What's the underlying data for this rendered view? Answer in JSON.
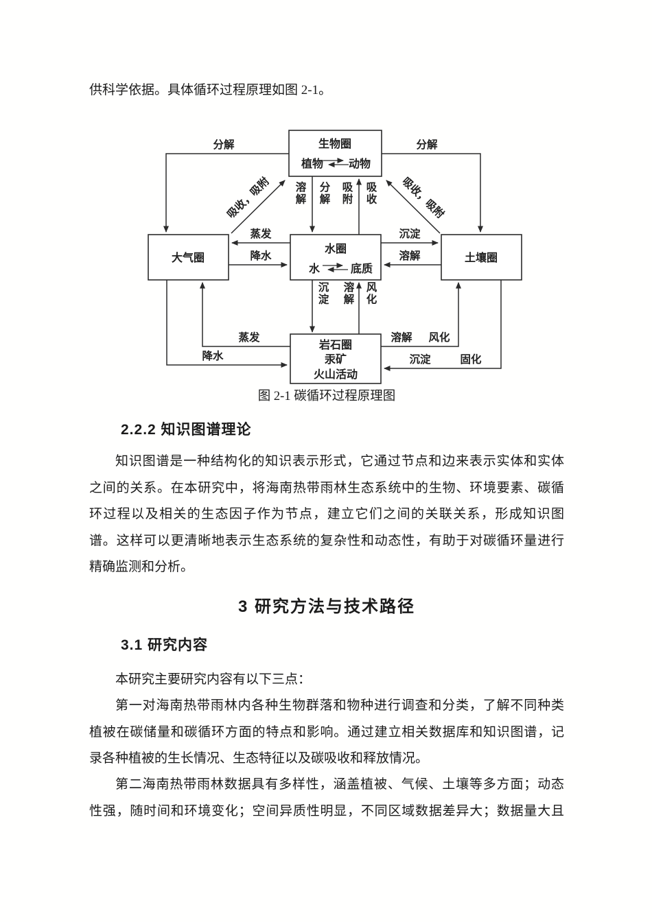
{
  "intro_text": "供科学依据。具体循环过程原理如图 2-1。",
  "figure": {
    "caption": "图 2-1 碳循环过程原理图",
    "boxes": {
      "biosphere": {
        "title": "生物圈",
        "left": "植物",
        "right": "动物"
      },
      "atmosphere": {
        "title": "大气圈"
      },
      "hydrosphere": {
        "title": "水圈",
        "left": "水",
        "right": "底质"
      },
      "pedosphere": {
        "title": "土壤圈"
      },
      "lithosphere": {
        "title": "岩石圈",
        "line2": "汞矿",
        "line3": "火山活动"
      }
    },
    "labels": {
      "decompose_left": "分解",
      "decompose_right": "分解",
      "absorb_adsorb_left": "吸收，吸附",
      "absorb_adsorb_right": "吸收，吸附",
      "dissolve_down": "溶解",
      "decompose_down": "分解",
      "adsorb_up": "吸附",
      "absorb_up": "吸收",
      "evaporation_mid": "蒸发",
      "precipitation_mid": "降水",
      "sedimentation_mid": "沉淀",
      "dissolution_mid": "溶解",
      "sedimentation_down": "沉淀",
      "dissolution_up": "溶解",
      "weathering_up": "风化",
      "evaporation_bottom": "蒸发",
      "precipitation_bottom": "降水",
      "dissolution_bottom_right": "溶解",
      "weathering_bottom_right": "风化",
      "sedimentation_bottom_right": "沉淀",
      "solidification_bottom_right": "固化"
    }
  },
  "section_222": {
    "heading": "2.2.2 知识图谱理论",
    "lines": [
      "知识图谱是一种结构化的知识表示形式，它通过节点和边来表示实体和实体",
      "之间的关系。在本研究中，将海南热带雨林生态系统中的生物、环境要素、碳循",
      "环过程以及相关的生态因子作为节点，建立它们之间的关联关系，形成知识图",
      "谱。这样可以更清晰地表示生态系统的复杂性和动态性，有助于对碳循环量进行",
      "精确监测和分析。"
    ]
  },
  "chapter3": {
    "heading": "3 研究方法与技术路径"
  },
  "section_31": {
    "heading": "3.1 研究内容",
    "lead": "本研究主要研究内容有以下三点：",
    "para1_lines": [
      "第一对海南热带雨林内各种生物群落和物种进行调查和分类，了解不同种类",
      "植被在碳储量和碳循环方面的特点和影响。通过建立相关数据库和知识图谱，记",
      "录各种植被的生长情况、生态特征以及碳吸收和释放情况。"
    ],
    "para2_lines": [
      "第二海南热带雨林数据具有多样性，涵盖植被、气候、土壤等多方面；动态",
      "性强，随时间和环境变化；空间异质性明显，不同区域数据差异大；数据量大且"
    ]
  }
}
